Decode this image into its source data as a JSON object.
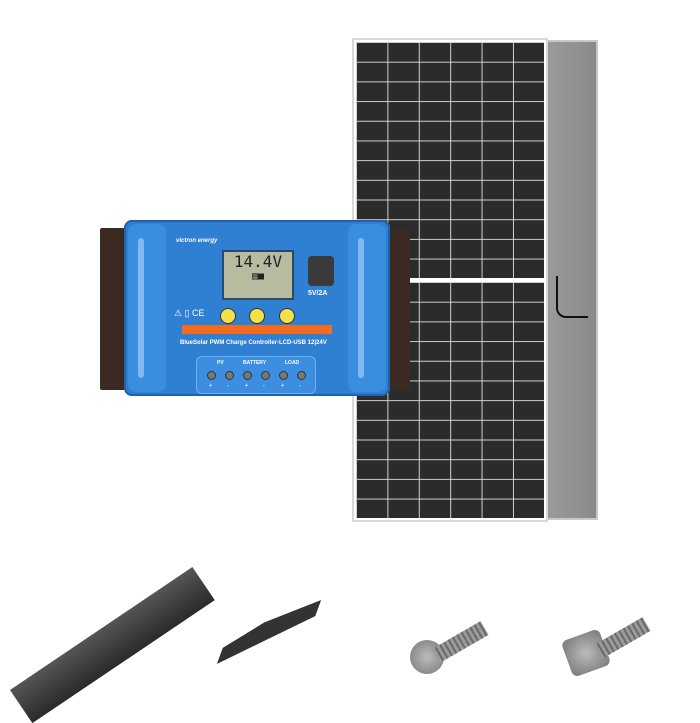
{
  "controller": {
    "brand": "victron energy",
    "lcd_value": "14.4V",
    "usb_label": "5V/2A",
    "model": "BlueSolar PWM Charge Controller-LCD-USB 12|24V",
    "terminals": {
      "pv": "PV",
      "battery": "BATTERY",
      "load": "LOAD"
    },
    "polarity": [
      "+",
      "-",
      "+",
      "-",
      "+",
      "-"
    ]
  },
  "colors": {
    "controller_blue": "#2f7fd2",
    "bar_orange": "#f26b1f",
    "button_yellow": "#f4e04a",
    "cell_dark": "#2b2b2b"
  }
}
